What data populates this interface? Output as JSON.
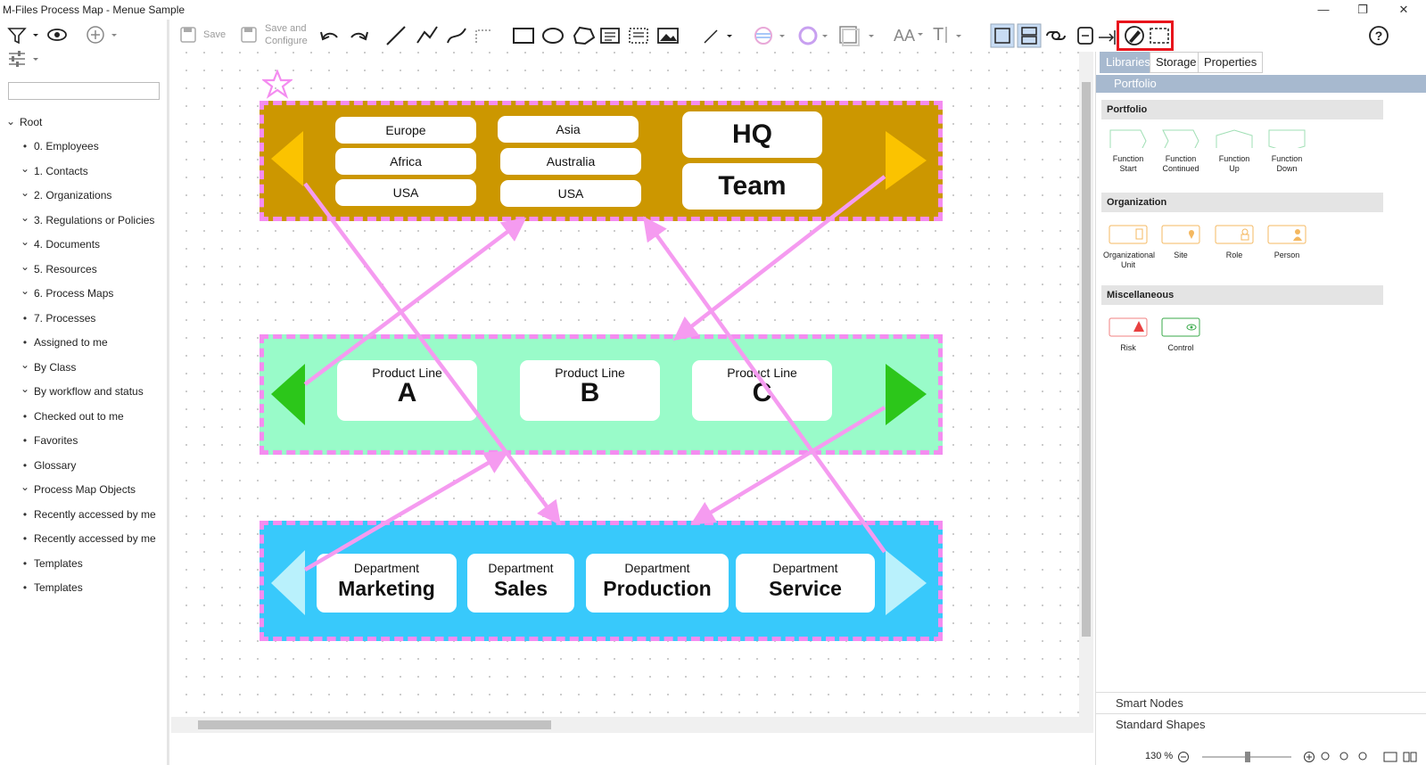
{
  "window": {
    "title": "M-Files Process Map - Menue Sample",
    "minimize": "—",
    "restore": "❐",
    "close": "✕"
  },
  "sidebar": {
    "root_label": "Root",
    "items": [
      {
        "label": "0. Employees",
        "marker": "•"
      },
      {
        "label": "1. Contacts",
        "marker": "⌄"
      },
      {
        "label": "2. Organizations",
        "marker": "⌄"
      },
      {
        "label": "3. Regulations or Policies",
        "marker": "⌄"
      },
      {
        "label": "4. Documents",
        "marker": "⌄"
      },
      {
        "label": "5. Resources",
        "marker": "⌄"
      },
      {
        "label": "6. Process Maps",
        "marker": "⌄"
      },
      {
        "label": "7. Processes",
        "marker": "•"
      },
      {
        "label": "Assigned to me",
        "marker": "•"
      },
      {
        "label": "By Class",
        "marker": "⌄"
      },
      {
        "label": "By workflow and status",
        "marker": "⌄"
      },
      {
        "label": "Checked out to me",
        "marker": "•"
      },
      {
        "label": "Favorites",
        "marker": "•"
      },
      {
        "label": "Glossary",
        "marker": "•"
      },
      {
        "label": "Process Map Objects",
        "marker": "⌄"
      },
      {
        "label": "Recently accessed by me",
        "marker": "•"
      },
      {
        "label": "Recently accessed by me",
        "marker": "•"
      },
      {
        "label": "Templates",
        "marker": "•"
      },
      {
        "label": "Templates",
        "marker": "•"
      }
    ],
    "search_placeholder": ""
  },
  "toolbar": {
    "save_label": "Save",
    "save_configure_label_1": "Save and",
    "save_configure_label_2": "Configure",
    "font_size_label": "AA",
    "text_label": "T"
  },
  "diagram": {
    "lane1": {
      "color": "#cc9700",
      "col1": [
        "Europe",
        "Africa",
        "USA"
      ],
      "col2": [
        "Asia",
        "Australia",
        "USA"
      ],
      "hq": "HQ",
      "team": "Team"
    },
    "lane2": {
      "color": "#99fbc9",
      "items": [
        {
          "small": "Product Line",
          "big": "A"
        },
        {
          "small": "Product Line",
          "big": "B"
        },
        {
          "small": "Product Line",
          "big": "C"
        }
      ]
    },
    "lane3": {
      "color": "#38c9fb",
      "items": [
        {
          "small": "Department",
          "big": "Marketing"
        },
        {
          "small": "Department",
          "big": "Sales"
        },
        {
          "small": "Department",
          "big": "Production"
        },
        {
          "small": "Department",
          "big": "Service"
        }
      ]
    },
    "connector_color": "#f59bf0"
  },
  "right_panel": {
    "tabs": [
      "Libraries",
      "Storage",
      "Properties"
    ],
    "header": "Portfolio",
    "groups": [
      {
        "name": "Portfolio",
        "items": [
          {
            "l1": "Function",
            "l2": "Start"
          },
          {
            "l1": "Function",
            "l2": "Continued"
          },
          {
            "l1": "Function",
            "l2": "Up"
          },
          {
            "l1": "Function",
            "l2": "Down"
          }
        ]
      },
      {
        "name": "Organization",
        "items": [
          {
            "l1": "Organizational",
            "l2": "Unit"
          },
          {
            "l1": "Site",
            "l2": ""
          },
          {
            "l1": "Role",
            "l2": ""
          },
          {
            "l1": "Person",
            "l2": ""
          }
        ]
      },
      {
        "name": "Miscellaneous",
        "items": [
          {
            "l1": "Risk",
            "l2": ""
          },
          {
            "l1": "Control",
            "l2": ""
          }
        ]
      }
    ],
    "smart_nodes": "Smart Nodes",
    "standard_shapes": "Standard Shapes"
  },
  "statusbar": {
    "zoom": "130 %"
  },
  "highlight_color": "#e8141c"
}
